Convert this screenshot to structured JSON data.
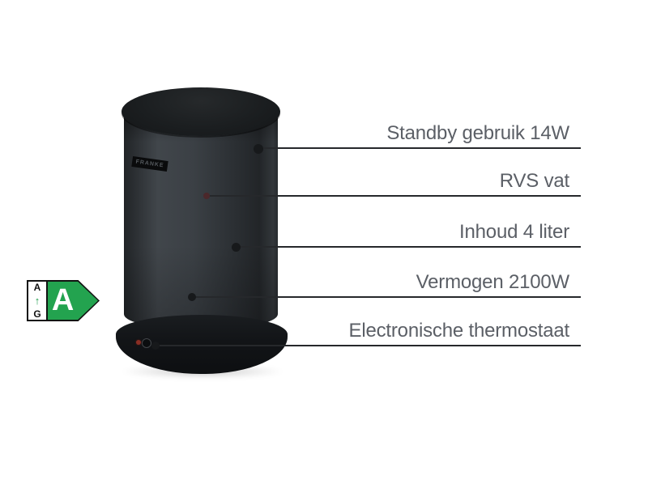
{
  "product": {
    "brand": "FRANKE"
  },
  "energy_label": {
    "grade": "A",
    "scale_top": "A",
    "scale_bottom": "G",
    "arrow_glyph": "↑",
    "green": "#23a34f"
  },
  "callouts": [
    {
      "label": "Standby gebruik 14W"
    },
    {
      "label": "RVS vat"
    },
    {
      "label": "Inhoud 4 liter"
    },
    {
      "label": "Vermogen 2100W"
    },
    {
      "label": "Electronische thermostaat"
    }
  ],
  "colors": {
    "background": "#ffffff",
    "label_text": "#5b5f66",
    "leader_line": "#26282b",
    "product_dark": "#1b1e20",
    "led_red": "#8a2e24"
  }
}
